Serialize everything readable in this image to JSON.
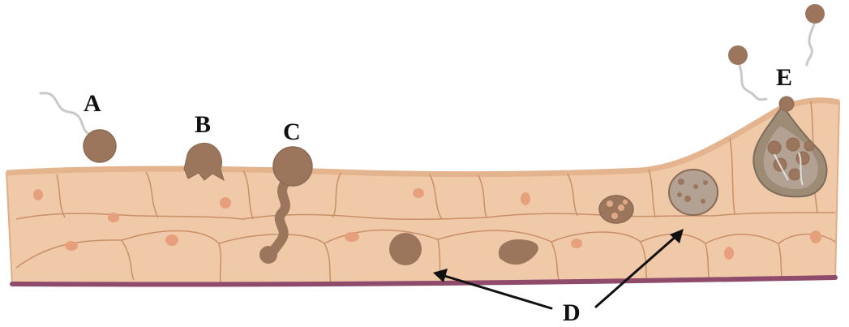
{
  "labels": {
    "a": "A",
    "b": "B",
    "c": "C",
    "d": "D",
    "e": "E"
  },
  "colors": {
    "tissue": "#f0c9a8",
    "tissue_top": "#e7b893",
    "cell_wall": "#c98f66",
    "nucleus": "#e7a07c",
    "parasite": "#9b765c",
    "parasite_dark": "#8a6a52",
    "cyst": "#9e8b76",
    "basal_membrane": "#8e4b6c",
    "arrow": "#111111"
  }
}
